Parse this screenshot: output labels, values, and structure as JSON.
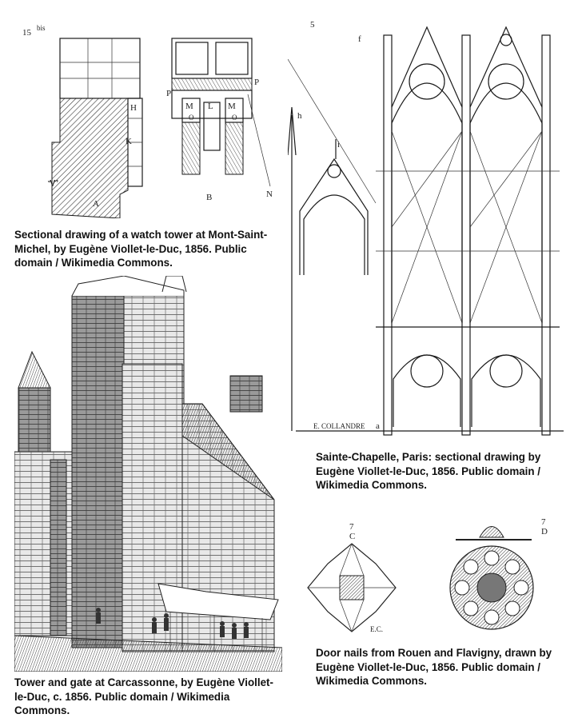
{
  "figures": {
    "watch_tower": {
      "caption": "Sectional drawing of a watch tower at Mont-Saint-Michel, by Eugène Viollet-le-Duc, 1856. Public domain / Wikimedia Commons.",
      "plate_number": "15",
      "plate_suffix": "bis",
      "labels": {
        "a": "A",
        "b": "B",
        "h": "H",
        "k": "K",
        "m": "M",
        "l": "L",
        "p": "P",
        "o": "O",
        "n": "N"
      }
    },
    "sainte_chapelle": {
      "caption": "Sainte-Chapelle, Paris: sectional drawing by Eugène Viollet-le-Duc, 1856. Public domain / Wikimedia Commons.",
      "plate_number": "5",
      "labels": {
        "f": "f",
        "h": "h",
        "i": "i",
        "a": "a"
      },
      "engraver": "E. COLLANDRE"
    },
    "carcassonne": {
      "caption": "Tower and gate at Carcassonne, by Eugène Viollet-le-Duc, c. 1856. Public domain / Wikimedia Commons."
    },
    "door_nails": {
      "caption": "Door nails from Rouen and Flavigny, drawn by Eugène Viollet-le-Duc, 1856. Public domain / Wikimedia Commons.",
      "label_c_number": "7",
      "label_c_letter": "C",
      "label_d_number": "7",
      "label_d_letter": "D",
      "engraver": "E.C."
    }
  }
}
